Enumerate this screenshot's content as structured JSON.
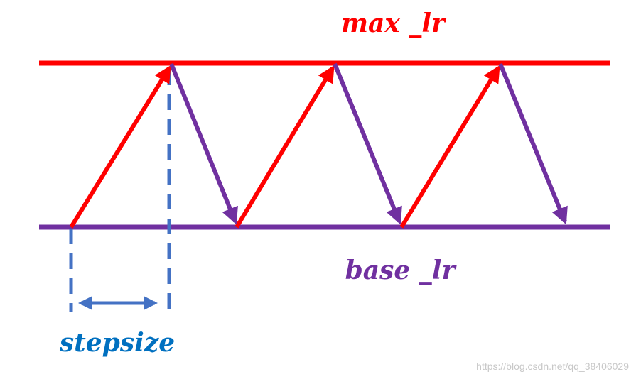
{
  "labels": {
    "max_lr": "max _lr",
    "base_lr": "base _lr",
    "stepsize": "stepsize"
  },
  "watermark": "https://blog.csdn.net/qq_38406029",
  "colors": {
    "max_line": "#ff0000",
    "base_line": "#7030a0",
    "rise": "#ff0000",
    "fall": "#7030a0",
    "step_marker": "#4472c4",
    "stepsize_text": "#0070c0",
    "watermark": "#c8c8c8"
  }
}
